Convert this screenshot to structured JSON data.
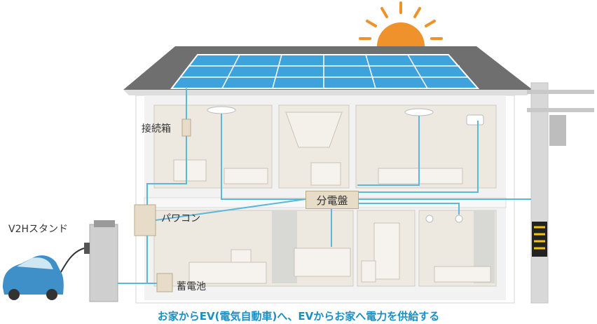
{
  "labels": {
    "junction_box": "接続箱",
    "distribution_board": "分電盤",
    "power_conditioner": "パワコン",
    "storage_battery": "蓄電池",
    "v2h_stand": "V2Hスタンド"
  },
  "caption": "お家からEV(電気自動車)へ、EVからお家へ電力を供給する",
  "colors": {
    "wire": "#5cb8d8",
    "solar_panel": "#3ea3dc",
    "sun": "#f0922b",
    "roof": "#6f6f6f",
    "caption": "#1a8fc4",
    "car": "#3f8fc8"
  },
  "icons": [
    "sun-icon",
    "solar-panel-icon",
    "house-icon",
    "ev-car-icon",
    "utility-pole-icon",
    "ceiling-light-icon",
    "air-conditioner-icon"
  ]
}
